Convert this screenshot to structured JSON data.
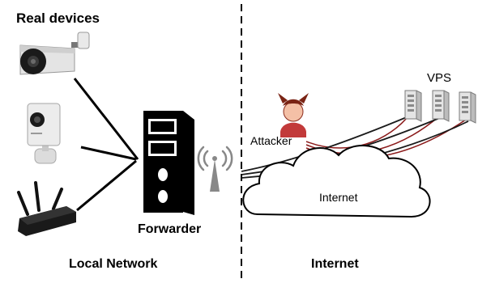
{
  "labels": {
    "real_devices": "Real devices",
    "forwarder": "Forwarder",
    "local_network": "Local Network",
    "internet_section": "Internet",
    "attacker": "Attacker",
    "vps": "VPS",
    "internet_cloud": "Internet"
  },
  "devices": [
    {
      "name": "camera-bullet-icon"
    },
    {
      "name": "camera-cube-icon"
    },
    {
      "name": "router-icon"
    }
  ],
  "colors": {
    "line": "#000000",
    "attack_link": "#8b1a1a",
    "server": "#b5b5b5",
    "server_light": "#e6e6e6",
    "antenna": "#888888"
  }
}
